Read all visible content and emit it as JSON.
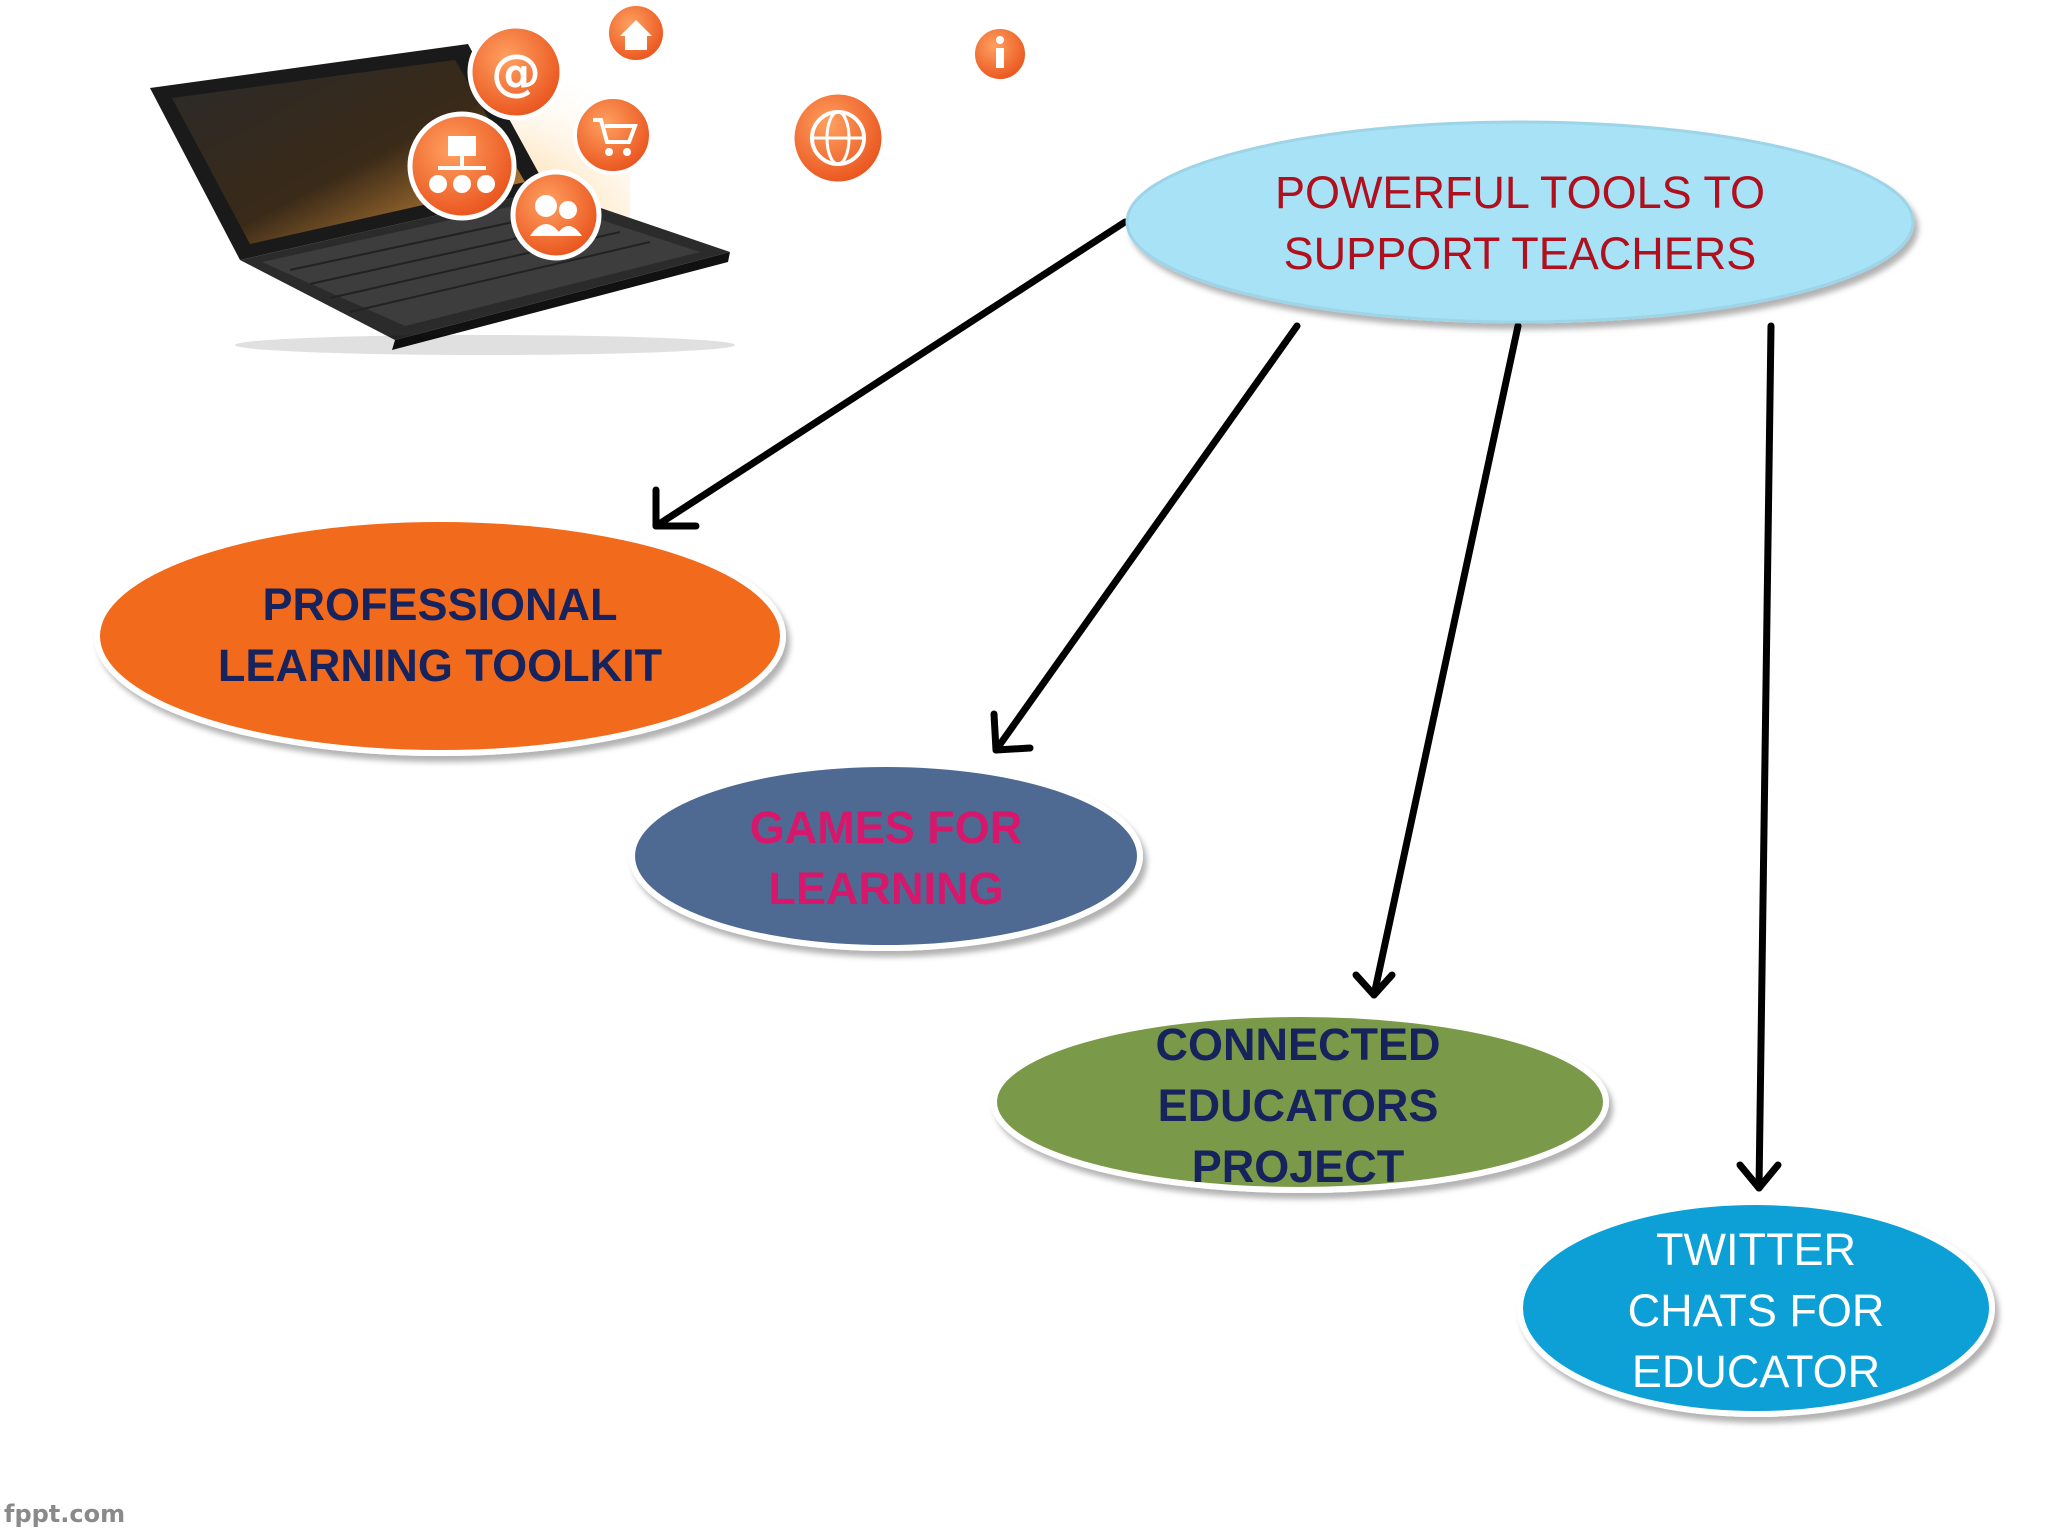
{
  "colors": {
    "root_fill": "#a8e2f7",
    "root_text": "#b0101e",
    "toolkit_fill": "#f26a1b",
    "toolkit_text": "#16235c",
    "games_fill": "#4f6a92",
    "games_text": "#d6176b",
    "connected_fill": "#7a9a4a",
    "connected_text": "#16235c",
    "twitter_fill": "#0aa0d6",
    "twitter_text": "#ffffff",
    "arrow": "#000000",
    "icon_orange": "#f0641e"
  },
  "diagram": {
    "root": {
      "lines": [
        "POWERFUL TOOLS TO",
        "SUPPORT TEACHERS"
      ]
    },
    "children": [
      {
        "id": "toolkit",
        "lines": [
          "PROFESSIONAL",
          "LEARNING TOOLKIT"
        ]
      },
      {
        "id": "games",
        "lines": [
          "GAMES FOR",
          "LEARNING"
        ]
      },
      {
        "id": "connected",
        "lines": [
          "CONNECTED",
          "EDUCATORS",
          "PROJECT"
        ]
      },
      {
        "id": "twitter",
        "lines": [
          "TWITTER",
          "CHATS FOR",
          "EDUCATOR"
        ]
      }
    ]
  },
  "illustration": {
    "icons": [
      "at-sign-icon",
      "home-icon",
      "info-icon",
      "cart-icon",
      "globe-icon",
      "org-chart-icon",
      "users-icon"
    ]
  },
  "footer": {
    "brand": "fppt.com"
  }
}
